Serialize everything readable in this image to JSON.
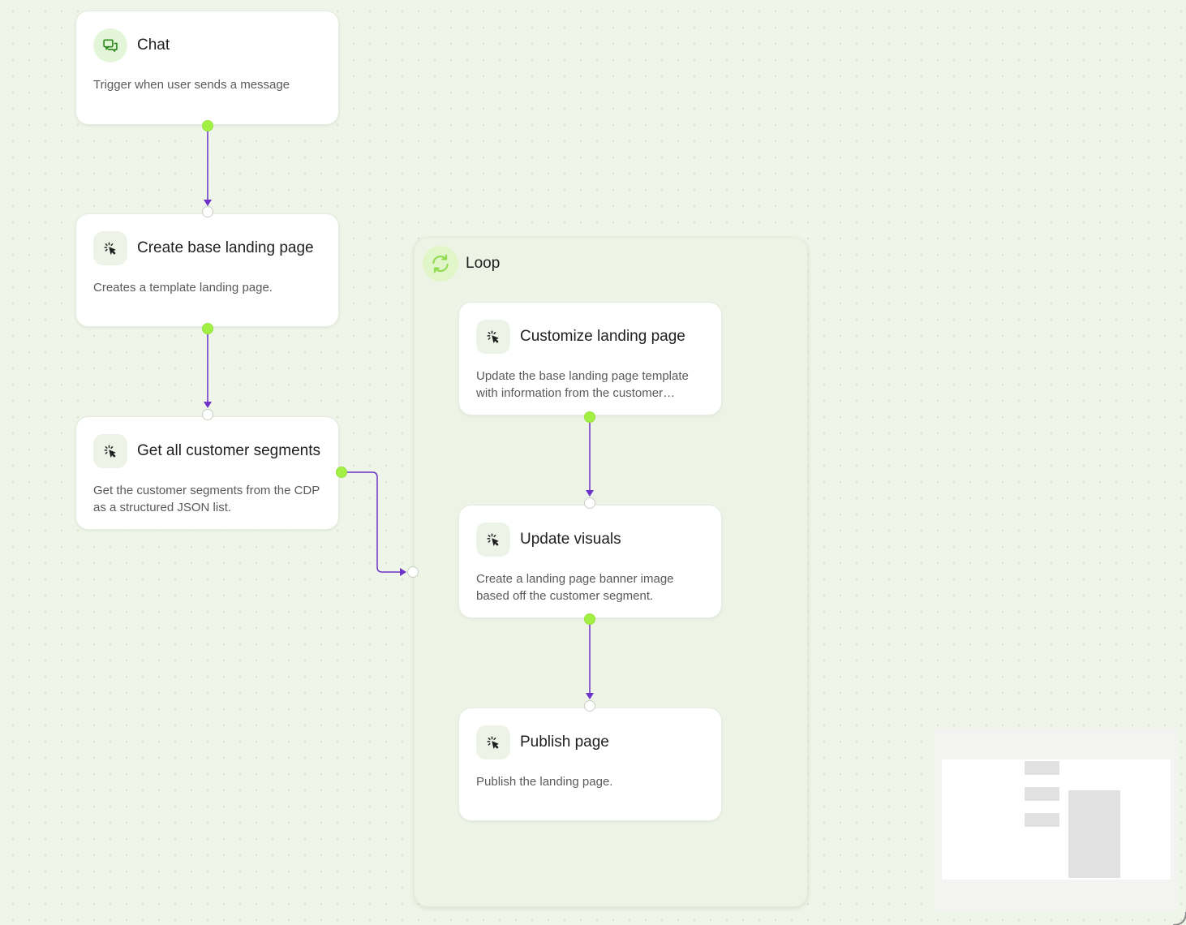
{
  "nodes": {
    "chat": {
      "title": "Chat",
      "description": "Trigger when user sends a message",
      "icon": "chat-bubbles-icon"
    },
    "create_base": {
      "title": "Create base landing page",
      "description": "Creates a template landing page.",
      "icon": "sparkle-cursor-icon"
    },
    "get_segments": {
      "title": "Get all customer segments",
      "description": "Get the customer segments from the CDP as a structured JSON list.",
      "icon": "sparkle-cursor-icon"
    },
    "customize": {
      "title": "Customize landing page",
      "description": "Update the base landing page template with information from the customer segment.",
      "icon": "sparkle-cursor-icon"
    },
    "update_visuals": {
      "title": "Update visuals",
      "description": "Create a landing page banner image based off the customer segment.",
      "icon": "sparkle-cursor-icon"
    },
    "publish": {
      "title": "Publish page",
      "description": "Publish the landing page.",
      "icon": "sparkle-cursor-icon"
    }
  },
  "loop": {
    "title": "Loop",
    "icon": "loop-arrows-icon"
  },
  "colors": {
    "canvas": "#eff5e8",
    "edge": "#6d32c9",
    "port_source": "#a3f045",
    "port_target": "#ffffff",
    "chat_icon": "#2f8a1e",
    "loop_icon": "#8edb4f"
  }
}
